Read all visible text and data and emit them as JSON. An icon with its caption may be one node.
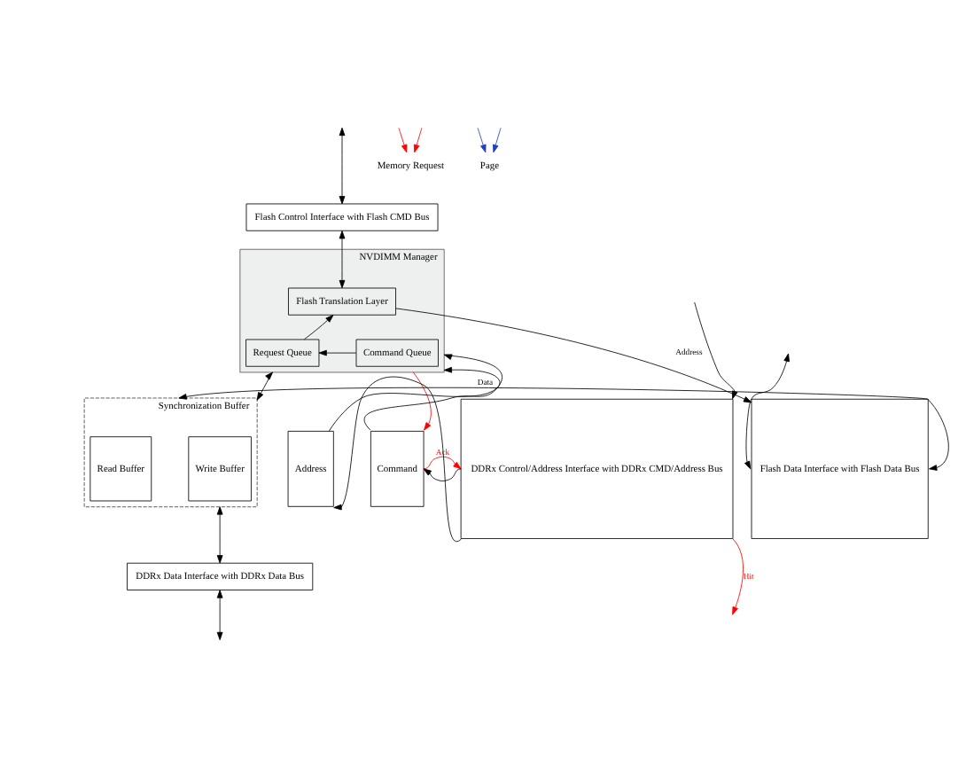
{
  "diagram": {
    "nodes": [
      {
        "text": [
          "Flash Control Interface with Flash CMD Bus"
        ]
      },
      {
        "text": [
          "NVDIMM Manager"
        ]
      },
      {
        "text": [
          "Flash Translation Layer"
        ],
        "in": 1
      },
      {
        "text": [
          "Request Queue"
        ],
        "in": 1
      },
      {
        "text": [
          "Command Queue"
        ],
        "in": 1
      },
      {
        "text": [
          "Flash Data Interface with Flash Data Bus"
        ]
      },
      {
        "text": [
          "Synchronization Buffer"
        ]
      },
      {
        "text": [
          "Read Buffer"
        ],
        "in": 6
      },
      {
        "text": [
          "Write Buffer"
        ],
        "in": 6
      },
      {
        "text": [
          "Address"
        ]
      },
      {
        "text": [
          "Command"
        ]
      },
      {
        "text": [
          "DDRx Control/Address Interface with DDRx CMD/Address Bus"
        ]
      },
      {
        "text": [
          "DDRx Data Interface with DDRx Data Bus"
        ]
      },
      {
        "text": [
          "Memory Request"
        ]
      },
      {
        "text": [
          "Page"
        ]
      }
    ],
    "edges": [
      {
        "from": null,
        "to": 0,
        "arrow": "both"
      },
      {
        "from": 0,
        "to": 2,
        "arrow": "both"
      },
      {
        "from": 3,
        "to": 2,
        "arrow": "to"
      },
      {
        "from": 4,
        "to": 3,
        "arrow": "to"
      },
      {
        "from": 2,
        "to": 5,
        "arrow": "to",
        "label": "Address"
      },
      {
        "from": 1,
        "to": 6,
        "arrow": "both"
      },
      {
        "from": 6,
        "to": 12,
        "arrow": "both"
      },
      {
        "from": null,
        "to": 5,
        "arrow": "both"
      },
      {
        "from": 5,
        "to": 6,
        "arrow": "both",
        "label": "Data"
      },
      {
        "from": 9,
        "to": 1,
        "arrow": "to"
      },
      {
        "from": 1,
        "to": 10,
        "arrow": "to",
        "color": "#ff0000"
      },
      {
        "from": 10,
        "to": 1,
        "arrow": "to"
      },
      {
        "from": 10,
        "to": 11,
        "arrow": "to",
        "label": "Ack",
        "color": "#ff0000"
      },
      {
        "from": null,
        "to": 11,
        "arrow": "to"
      },
      {
        "from": 11,
        "to": null,
        "arrow": "to",
        "label": "Hit",
        "color": "#ff0000"
      },
      {
        "from": 11,
        "to": 10,
        "arrow": "to"
      },
      {
        "from": 11,
        "to": 9,
        "arrow": "to"
      },
      {
        "from": null,
        "to": 13,
        "arrow": "to",
        "color": "#ff0000"
      },
      {
        "from": null,
        "to": 13,
        "arrow": "to",
        "color": "#ff0000"
      },
      {
        "from": null,
        "to": 14,
        "arrow": "to",
        "color": "#1f3fbf"
      },
      {
        "from": null,
        "to": 14,
        "arrow": "to",
        "color": "#1f3fbf"
      },
      {
        "from": 12,
        "to": null,
        "arrow": "both"
      }
    ]
  }
}
